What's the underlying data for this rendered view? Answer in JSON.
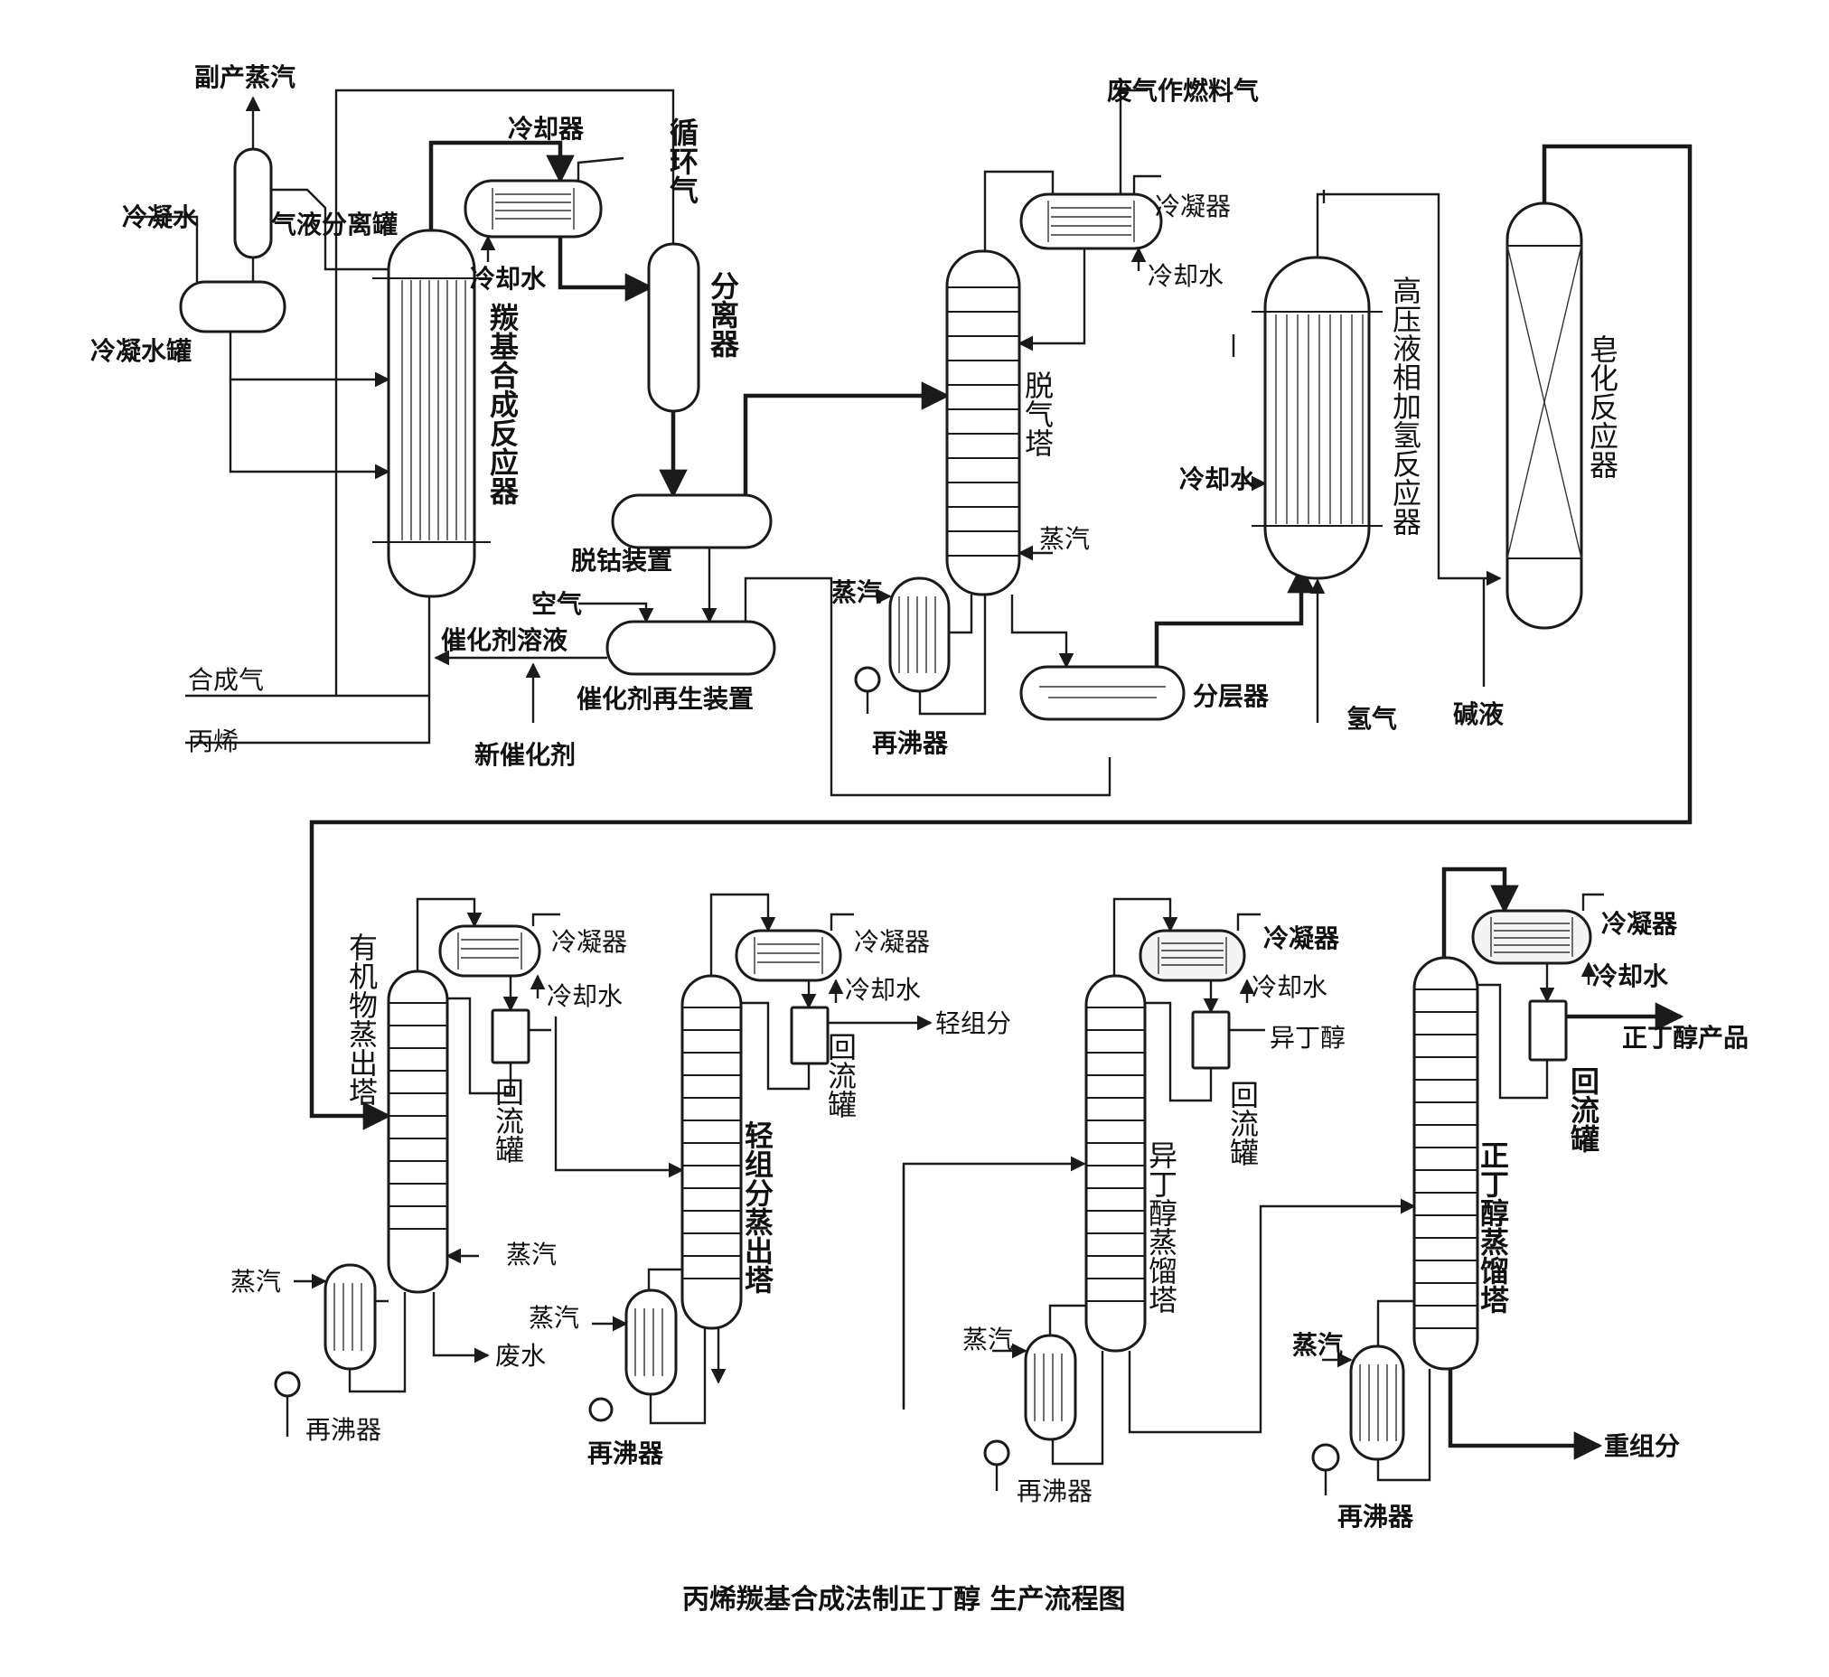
{
  "caption": "丙烯羰基合成法制正丁醇 生产流程图",
  "labels": {
    "byproduct_steam": "副产蒸汽",
    "condensate_water": "冷凝水",
    "gas_liquid_separator": "气液分离罐",
    "condensate_tank": "冷凝水罐",
    "cooler": "冷却器",
    "cooling_water_1": "冷却水",
    "recycle_gas": "循环气",
    "carbonyl_reactor": "羰基合成反应器",
    "separator": "分离器",
    "decobalt_unit": "脱钴装置",
    "air": "空气",
    "catalyst_solution": "催化剂溶液",
    "catalyst_regen": "催化剂再生装置",
    "new_catalyst": "新催化剂",
    "syngas": "合成气",
    "propylene": "丙烯",
    "waste_gas_fuel": "废气作燃料气",
    "condenser_top": "冷凝器",
    "cooling_water_2": "冷却水",
    "degas_tower": "脱气塔",
    "steam_degas": "蒸汽",
    "steam_reb1": "蒸汽",
    "reboiler_1": "再沸器",
    "layer_separator": "分层器",
    "hp_hydrogenation": "高压液相加氢反应器",
    "cooling_water_3": "冷却水",
    "hydrogen": "氢气",
    "saponification": "皂化反应器",
    "alkali": "碱液",
    "organic_tower": "有机物蒸出塔",
    "condenser_a": "冷凝器",
    "cooling_water_a": "冷却水",
    "reflux_a": "回流罐",
    "steam_a_side": "蒸汽",
    "steam_a_reb": "蒸汽",
    "waste_water": "废水",
    "reboiler_a": "再沸器",
    "light_tower": "轻组分蒸出塔",
    "condenser_b": "冷凝器",
    "cooling_water_b": "冷却水",
    "light_components": "轻组分",
    "reflux_b": "回流罐",
    "steam_b": "蒸汽",
    "reboiler_b": "再沸器",
    "isobutanol_tower": "异丁醇蒸馏塔",
    "condenser_c": "冷凝器",
    "cooling_water_c": "冷却水",
    "isobutanol": "异丁醇",
    "reflux_c": "回流罐",
    "steam_c": "蒸汽",
    "reboiler_c": "再沸器",
    "nbutanol_tower": "正丁醇蒸馏塔",
    "condenser_d": "冷凝器",
    "cooling_water_d": "冷却水",
    "nbutanol_product": "正丁醇产品",
    "reflux_d": "回流罐",
    "heavy_components": "重组分",
    "steam_d": "蒸汽",
    "reboiler_d": "再沸器"
  }
}
